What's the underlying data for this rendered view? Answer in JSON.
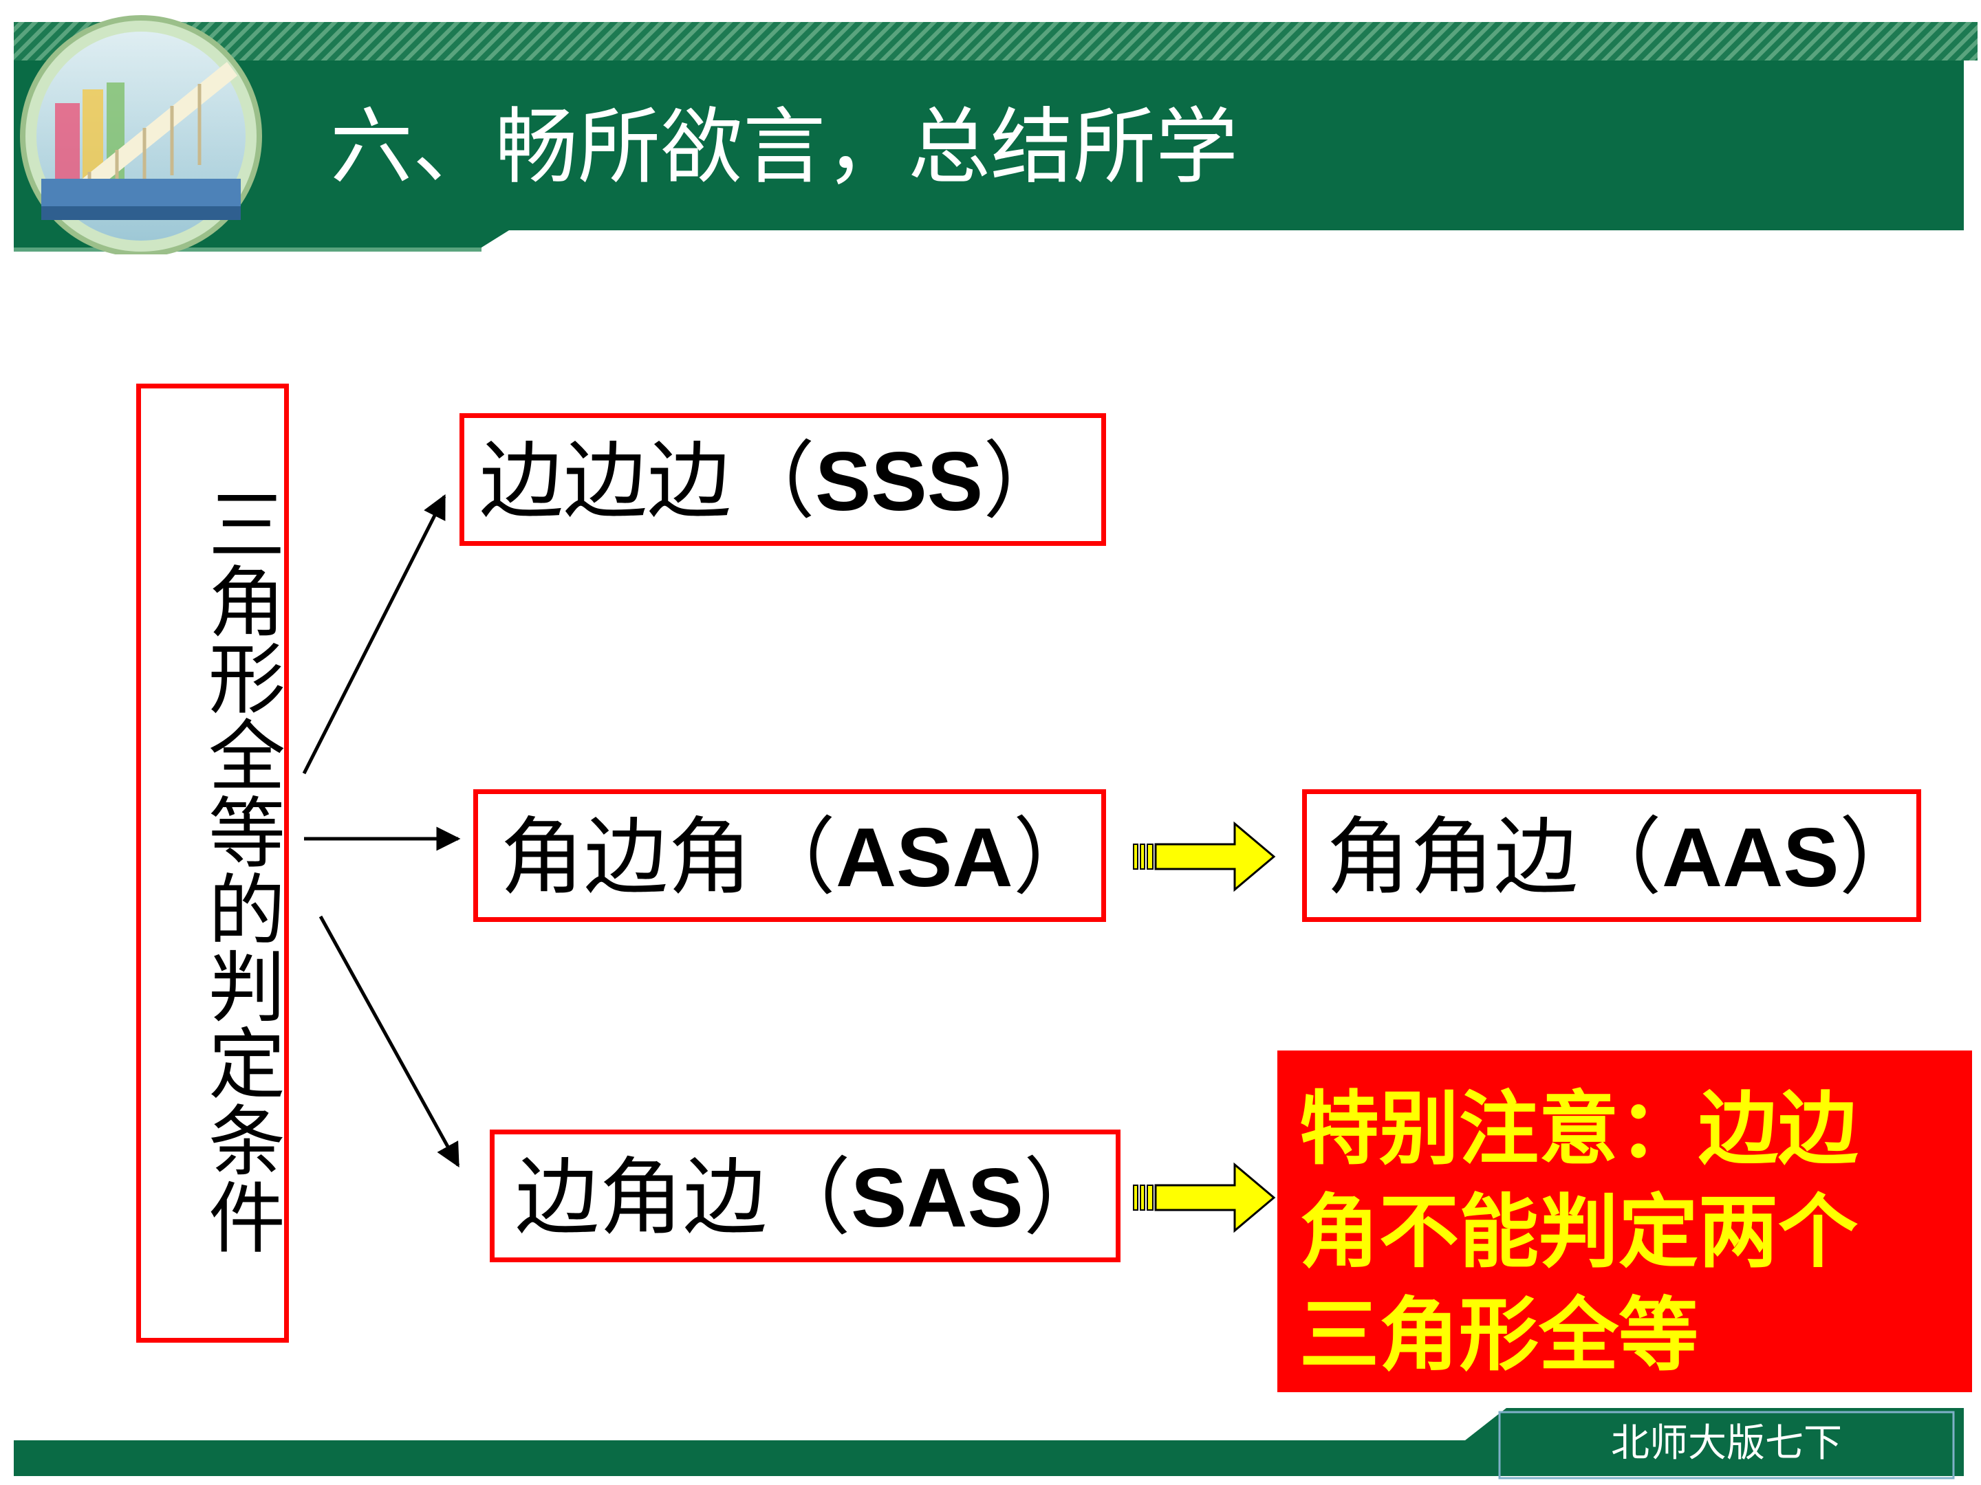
{
  "slide": {
    "title": "六、畅所欲言，总结所学",
    "footer": "北师大版七下"
  },
  "diagram": {
    "root": "三角形全等的判定条件",
    "branches": [
      {
        "cn": "边边边",
        "open": "（",
        "abbr": "SSS",
        "close": "）"
      },
      {
        "cn": "角边角",
        "open": "（",
        "abbr": "ASA",
        "close": "）"
      },
      {
        "cn": "边角边",
        "open": "（",
        "abbr": "SAS",
        "close": "）"
      }
    ],
    "derived": {
      "cn": "角角边",
      "open": "（",
      "abbr": "AAS",
      "close": "）"
    },
    "note_lines": [
      "特别注意：边边",
      "角不能判定两个",
      "三角形全等"
    ]
  },
  "colors": {
    "header_green": "#0a6b45",
    "box_border": "#ff0000",
    "note_background": "#ff0000",
    "note_text": "#ffff00",
    "arrow_fill": "#ffff00"
  }
}
